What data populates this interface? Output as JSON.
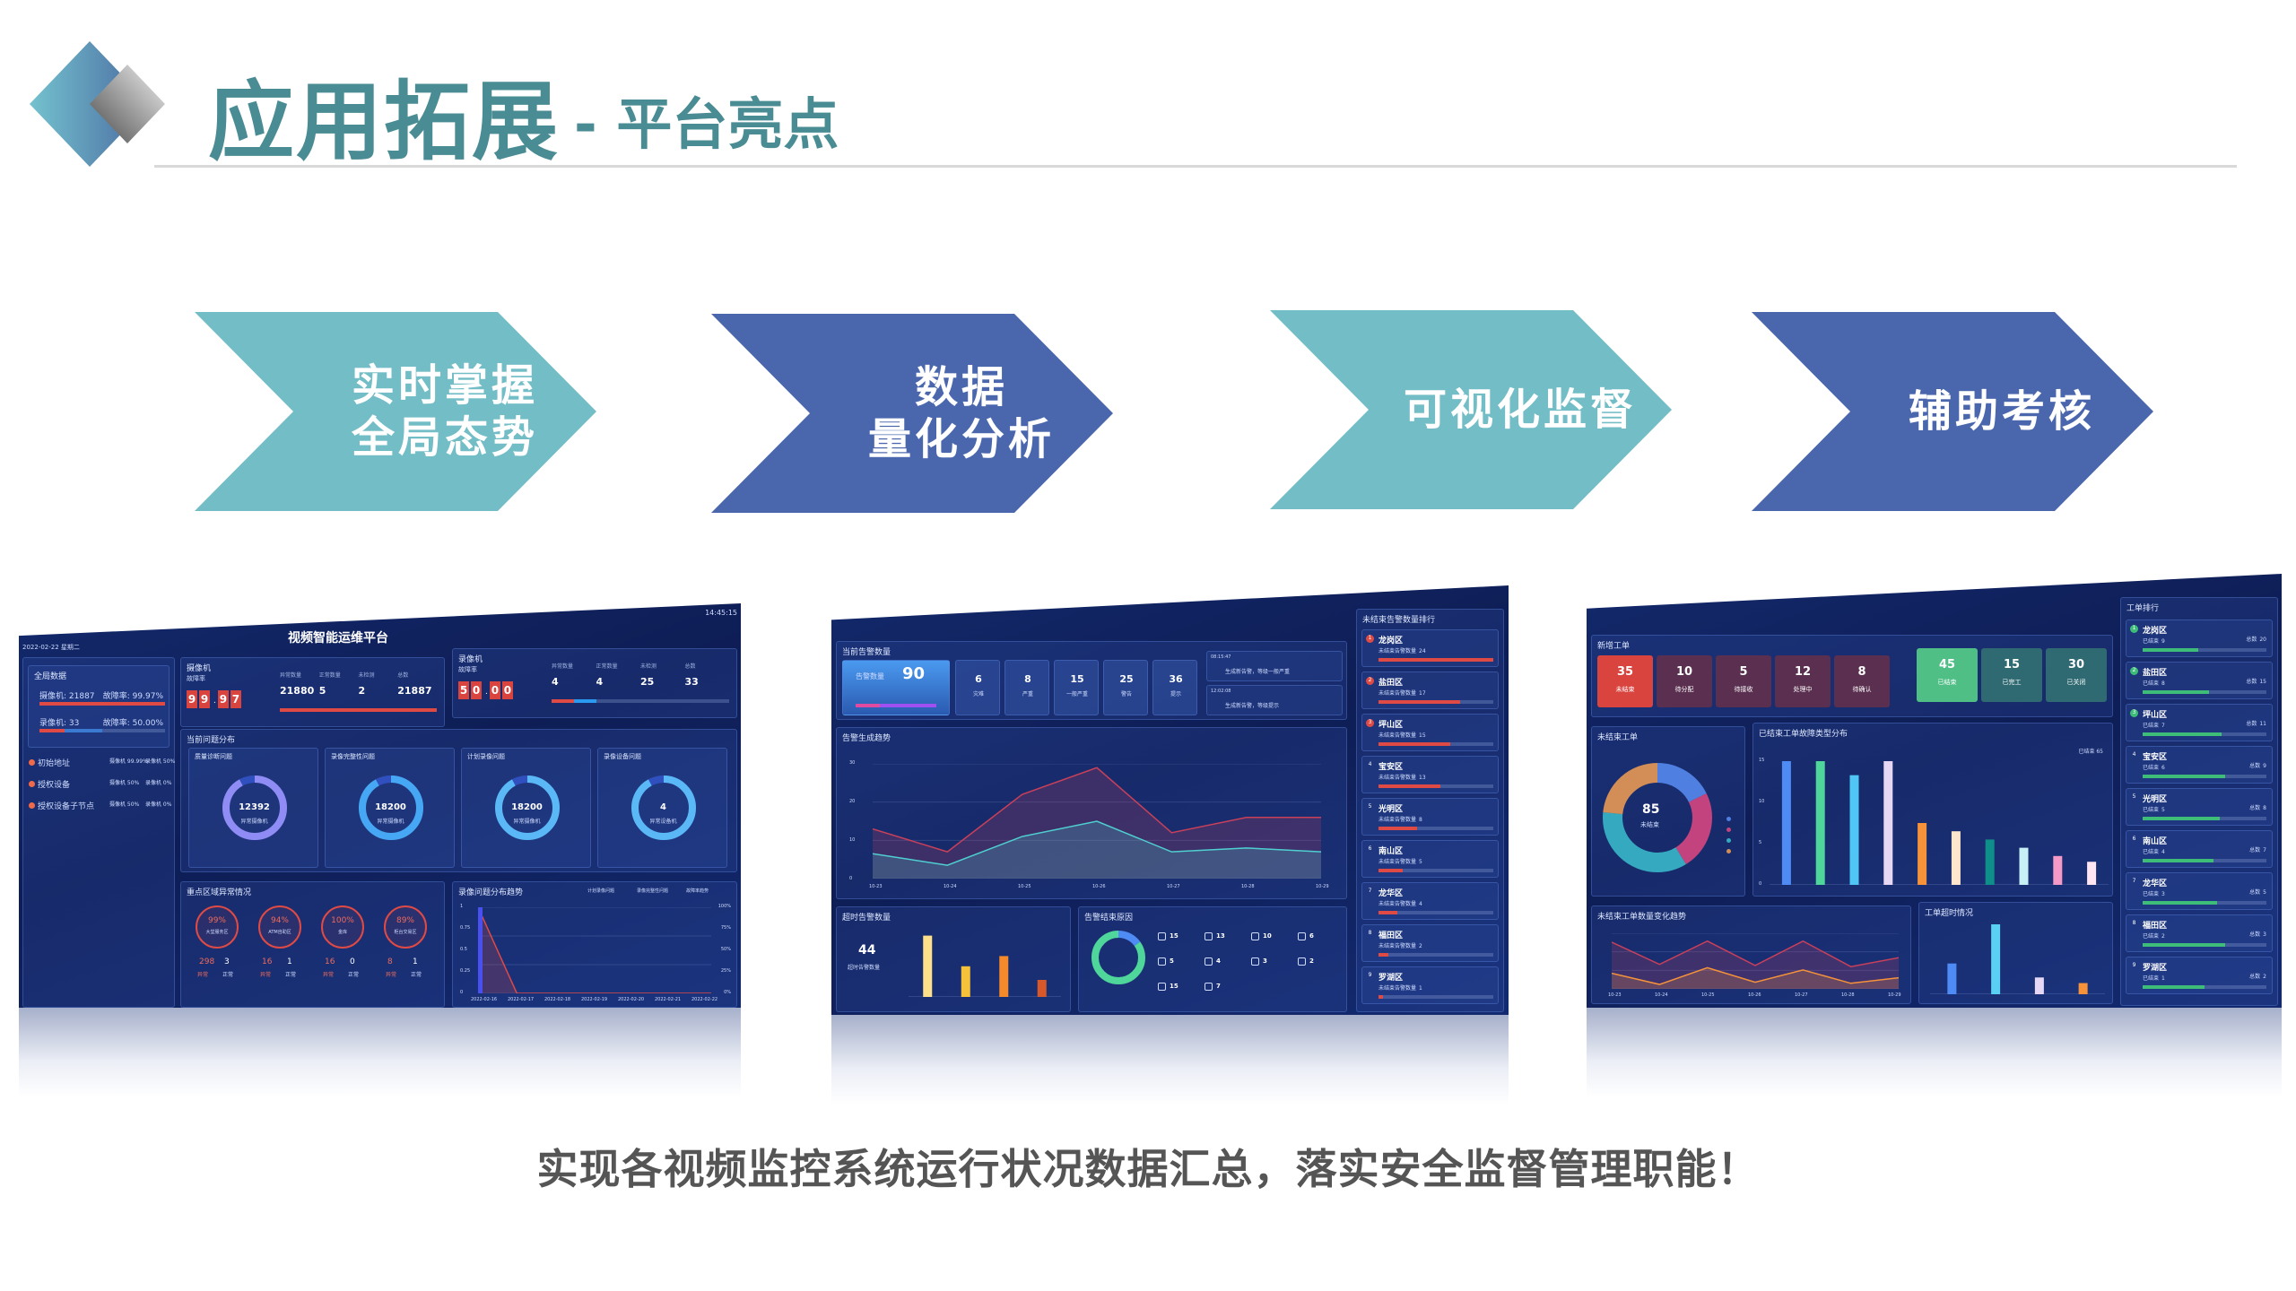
{
  "header": {
    "title": "应用拓展",
    "subtitle": "- 平台亮点"
  },
  "colors": {
    "title": "#4a8c93",
    "teal": "#72bdc6",
    "blue": "#4a67ae",
    "text": "#555555",
    "dash_bg": "#0e1d55",
    "alert_red": "#e04a45",
    "ok_green": "#3dbd78"
  },
  "chevrons": [
    {
      "lines": [
        "实时掌握",
        "全局态势"
      ],
      "color": "#72bdc6"
    },
    {
      "lines": [
        "数据",
        "量化分析"
      ],
      "color": "#4a67ae"
    },
    {
      "lines": [
        "可视化监督"
      ],
      "color": "#72bdc6"
    },
    {
      "lines": [
        "辅助考核"
      ],
      "color": "#4a67ae"
    }
  ],
  "footer": {
    "text": "实现各视频监控系统运行状况数据汇总，落实安全监督管理职能！"
  },
  "dash1": {
    "title": "视频智能运维平台",
    "date": "2022-02-22 星期二",
    "time": "14:45:15",
    "global": {
      "title": "全局数据",
      "cam_label": "摄像机: 21887",
      "cam_rate": "故障率: 99.97%",
      "rec_label": "录像机: 33",
      "rec_rate": "故障率: 50.00%"
    },
    "list": [
      {
        "label": "初始地址",
        "a": "摄像机 99.99%",
        "b": "录像机 50%"
      },
      {
        "label": "授权设备",
        "a": "摄像机 50%",
        "b": "录像机 0%"
      },
      {
        "label": "授权设备子节点",
        "a": "摄像机 50%",
        "b": "录像机 0%"
      }
    ],
    "camera": {
      "title": "摄像机",
      "rate_label": "故障率",
      "digits": "99.97",
      "stats": [
        {
          "label": "异常数量",
          "value": "21880"
        },
        {
          "label": "正常数量",
          "value": "5"
        },
        {
          "label": "未检测",
          "value": "2"
        },
        {
          "label": "总数",
          "value": "21887"
        }
      ]
    },
    "recorder": {
      "title": "录像机",
      "rate_label": "故障率",
      "digits": "50.00",
      "stats": [
        {
          "label": "异常数量",
          "value": "4"
        },
        {
          "label": "正常数量",
          "value": "4"
        },
        {
          "label": "未检测",
          "value": "25"
        },
        {
          "label": "总数",
          "value": "33"
        }
      ]
    },
    "problems": {
      "title": "当前问题分布",
      "items": [
        {
          "label": "质量诊断问题",
          "value": "12392",
          "sub": "异常摄像机",
          "color": "#8f8cf5"
        },
        {
          "label": "录像完整性问题",
          "value": "18200",
          "sub": "异常摄像机",
          "color": "#46a8f5"
        },
        {
          "label": "计划录像问题",
          "value": "18200",
          "sub": "异常摄像机",
          "color": "#5ab8f7"
        },
        {
          "label": "录像设备问题",
          "value": "4",
          "sub": "异常设备机",
          "color": "#5ab8f7"
        }
      ]
    },
    "regions": {
      "title": "重点区域异常情况",
      "items": [
        {
          "pct": "99%",
          "name": "大堂服务区",
          "abn": "298",
          "ok": "3"
        },
        {
          "pct": "94%",
          "name": "ATM自助区",
          "abn": "16",
          "ok": "1"
        },
        {
          "pct": "100%",
          "name": "金库",
          "abn": "16",
          "ok": "0"
        },
        {
          "pct": "89%",
          "name": "柜台交易区",
          "abn": "8",
          "ok": "1"
        }
      ],
      "abn_label": "异常",
      "ok_label": "正常"
    },
    "trend": {
      "title": "录像问题分布趋势",
      "legend": [
        "计划录像问题",
        "录像完整性问题",
        "故障率趋势"
      ],
      "yticks": [
        "1",
        "0.75",
        "0.5",
        "0.25",
        "0"
      ],
      "y2ticks": [
        "100%",
        "75%",
        "50%",
        "25%",
        "0%"
      ],
      "x": [
        "2022-02-16",
        "2022-02-17",
        "2022-02-18",
        "2022-02-19",
        "2022-02-20",
        "2022-02-21",
        "2022-02-22"
      ],
      "bar": [
        1,
        0,
        0,
        0,
        0,
        0,
        0
      ],
      "rate": [
        1,
        0,
        0,
        0,
        0,
        0,
        0
      ]
    }
  },
  "dash2": {
    "count": {
      "title": "当前告警数量",
      "main_label": "告警数量",
      "main_value": "90",
      "levels": [
        {
          "value": "6",
          "label": "灾难"
        },
        {
          "value": "8",
          "label": "严重"
        },
        {
          "value": "15",
          "label": "一般严重"
        },
        {
          "value": "25",
          "label": "警告"
        },
        {
          "value": "36",
          "label": "提示"
        }
      ],
      "feed": [
        {
          "time": "08:15:47",
          "text": "生成新告警，等级一般严重"
        },
        {
          "time": "12:02:08",
          "text": "生成新告警，等级提示"
        }
      ]
    },
    "trend": {
      "title": "告警生成趋势",
      "yticks": [
        "30",
        "20",
        "10",
        "0"
      ],
      "x": [
        "10-23",
        "10-24",
        "10-25",
        "10-26",
        "10-27",
        "10-28",
        "10-29"
      ],
      "series": [
        {
          "values": [
            13,
            7,
            22,
            29,
            12,
            16,
            16
          ],
          "color": "#c8405a"
        },
        {
          "values": [
            6.5,
            3.5,
            11,
            15,
            7,
            8,
            7
          ],
          "color": "#4fd0d0"
        }
      ],
      "ymax": 30
    },
    "timeout": {
      "title": "超时告警数量",
      "value": "44",
      "values": [
        1.8,
        0.9,
        1.2,
        0.5
      ],
      "colors": [
        "#ffe08a",
        "#f7c23a",
        "#f58a2a",
        "#d9582a"
      ],
      "ymax": 2
    },
    "reasons": {
      "title": "告警结束原因",
      "values": [
        "15",
        "13",
        "10",
        "6",
        "5",
        "4",
        "3",
        "2",
        "15",
        "7"
      ]
    },
    "ranking": {
      "title": "未结束告警数量排行",
      "metric": "未结束告警数量",
      "items": [
        {
          "name": "龙岗区",
          "value": 24
        },
        {
          "name": "盐田区",
          "value": 17
        },
        {
          "name": "坪山区",
          "value": 15
        },
        {
          "name": "宝安区",
          "value": 13
        },
        {
          "name": "光明区",
          "value": 8
        },
        {
          "name": "南山区",
          "value": 5
        },
        {
          "name": "龙华区",
          "value": 4
        },
        {
          "name": "福田区",
          "value": 2
        },
        {
          "name": "罗湖区",
          "value": 1
        }
      ]
    }
  },
  "dash3": {
    "orders": {
      "title": "新增工单",
      "items": [
        {
          "value": "35",
          "label": "未结束",
          "color": "#d9443f"
        },
        {
          "value": "10",
          "label": "待分配",
          "color": "#5a2f4f"
        },
        {
          "value": "5",
          "label": "待接收",
          "color": "#5a2f4f"
        },
        {
          "value": "12",
          "label": "处理中",
          "color": "#5a2f4f"
        },
        {
          "value": "8",
          "label": "待确认",
          "color": "#5a2f4f"
        },
        {
          "value": "45",
          "label": "已结束",
          "color": "#4fbf86"
        },
        {
          "value": "15",
          "label": "已完工",
          "color": "#2f6a73"
        },
        {
          "value": "30",
          "label": "已关闭",
          "color": "#2f6a73"
        }
      ]
    },
    "unfinished": {
      "title": "未结束工单",
      "center_value": "85",
      "center_label": "未结束",
      "slices": [
        {
          "value": 15,
          "color": "#4f7fe0"
        },
        {
          "value": 20,
          "color": "#c2437e"
        },
        {
          "value": 30,
          "color": "#35a9c0"
        },
        {
          "value": 20,
          "color": "#d38e57"
        }
      ]
    },
    "types": {
      "title": "已结束工单故障类型分布",
      "badge": "已结束 65",
      "values": [
        15,
        15,
        13.3,
        15,
        7.5,
        6.5,
        5.5,
        4.5,
        3.5,
        2.8
      ],
      "colors": [
        "#4f8bf5",
        "#4fd69a",
        "#4fc6f5",
        "#e6d8f5",
        "#f5923a",
        "#ffe6cc",
        "#0f8f8a",
        "#c6f0f5",
        "#f59ac6",
        "#ffe6f0"
      ],
      "ymax": 15,
      "yticks": [
        "15",
        "10",
        "5",
        "0"
      ]
    },
    "trend": {
      "title": "未结束工单数量变化趋势",
      "x": [
        "10-23",
        "10-24",
        "10-25",
        "10-26",
        "10-27",
        "10-28",
        "10-29"
      ],
      "series": [
        {
          "values": [
            210,
            110,
            215,
            105,
            215,
            100,
            140
          ],
          "color": "#c8405a"
        },
        {
          "values": [
            70,
            20,
            95,
            30,
            85,
            25,
            50
          ],
          "color": "#f5923a"
        }
      ],
      "ymax": 250
    },
    "timeout": {
      "title": "工单超时情况",
      "values": [
        11,
        25,
        6,
        4
      ],
      "colors": [
        "#4f8bf5",
        "#5ad0f5",
        "#e6d8f5",
        "#f5923a"
      ],
      "ymax": 25
    },
    "ranking": {
      "title": "工单排行",
      "done_label": "已结束",
      "total_label": "总数",
      "items": [
        {
          "name": "龙岗区",
          "done": 9,
          "total": 20
        },
        {
          "name": "盐田区",
          "done": 8,
          "total": 15
        },
        {
          "name": "坪山区",
          "done": 7,
          "total": 11
        },
        {
          "name": "宝安区",
          "done": 6,
          "total": 9
        },
        {
          "name": "光明区",
          "done": 5,
          "total": 8
        },
        {
          "name": "南山区",
          "done": 4,
          "total": 7
        },
        {
          "name": "龙华区",
          "done": 3,
          "total": 5
        },
        {
          "name": "福田区",
          "done": 2,
          "total": 3
        },
        {
          "name": "罗湖区",
          "done": 1,
          "total": 2
        }
      ]
    }
  }
}
